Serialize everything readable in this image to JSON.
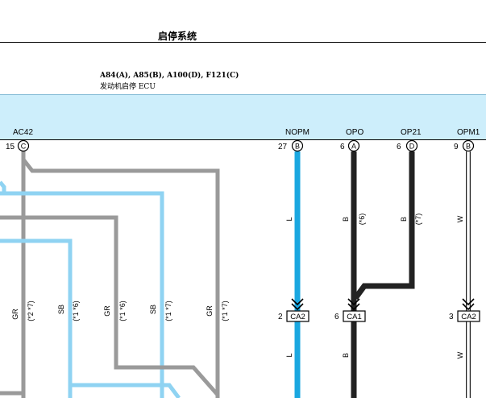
{
  "title": "启停系统",
  "ecu": {
    "codes": "A84(A), A85(B), A100(D), F121(C)",
    "name": "发动机启停 ECU"
  },
  "terminals": [
    {
      "id": "ac42",
      "label": "AC42",
      "pin": "15",
      "conn": "C"
    },
    {
      "id": "nopm",
      "label": "NOPM",
      "pin": "27",
      "conn": "B"
    },
    {
      "id": "opo",
      "label": "OPO",
      "pin": "6",
      "conn": "A"
    },
    {
      "id": "op21",
      "label": "OP21",
      "pin": "6",
      "conn": "D"
    },
    {
      "id": "opm1",
      "label": "OPM1",
      "pin": "9",
      "conn": "B"
    }
  ],
  "left_wires": [
    {
      "color": "GR",
      "note": "(*2 *7)"
    },
    {
      "color": "SB",
      "note": "(*1 *6)"
    },
    {
      "color": "GR",
      "note": "(*1 *6)"
    },
    {
      "color": "SB",
      "note": "(*1 *7)"
    },
    {
      "color": "GR",
      "note": "(*1 *7)"
    }
  ],
  "right_wires": {
    "nopm_upper": "L",
    "nopm_lower": "L",
    "opo_upper": "B",
    "opo_note": "(*6)",
    "opo_lower": "B",
    "op21_upper": "B",
    "op21_note": "(*7)",
    "opm1_upper": "W",
    "opm1_lower": "W"
  },
  "connectors": [
    {
      "id": "ca2-left",
      "pin": "2",
      "label": "CA2"
    },
    {
      "id": "ca1",
      "pin": "6",
      "label": "CA1"
    },
    {
      "id": "ca2-right",
      "pin": "3",
      "label": "CA2"
    }
  ],
  "colors": {
    "wire_gray": "#9a9a9a",
    "wire_light_blue": "#8fd3f2",
    "wire_blue": "#1aa7e0",
    "wire_black": "#222222",
    "ecu_fill": "#cdeefb"
  }
}
